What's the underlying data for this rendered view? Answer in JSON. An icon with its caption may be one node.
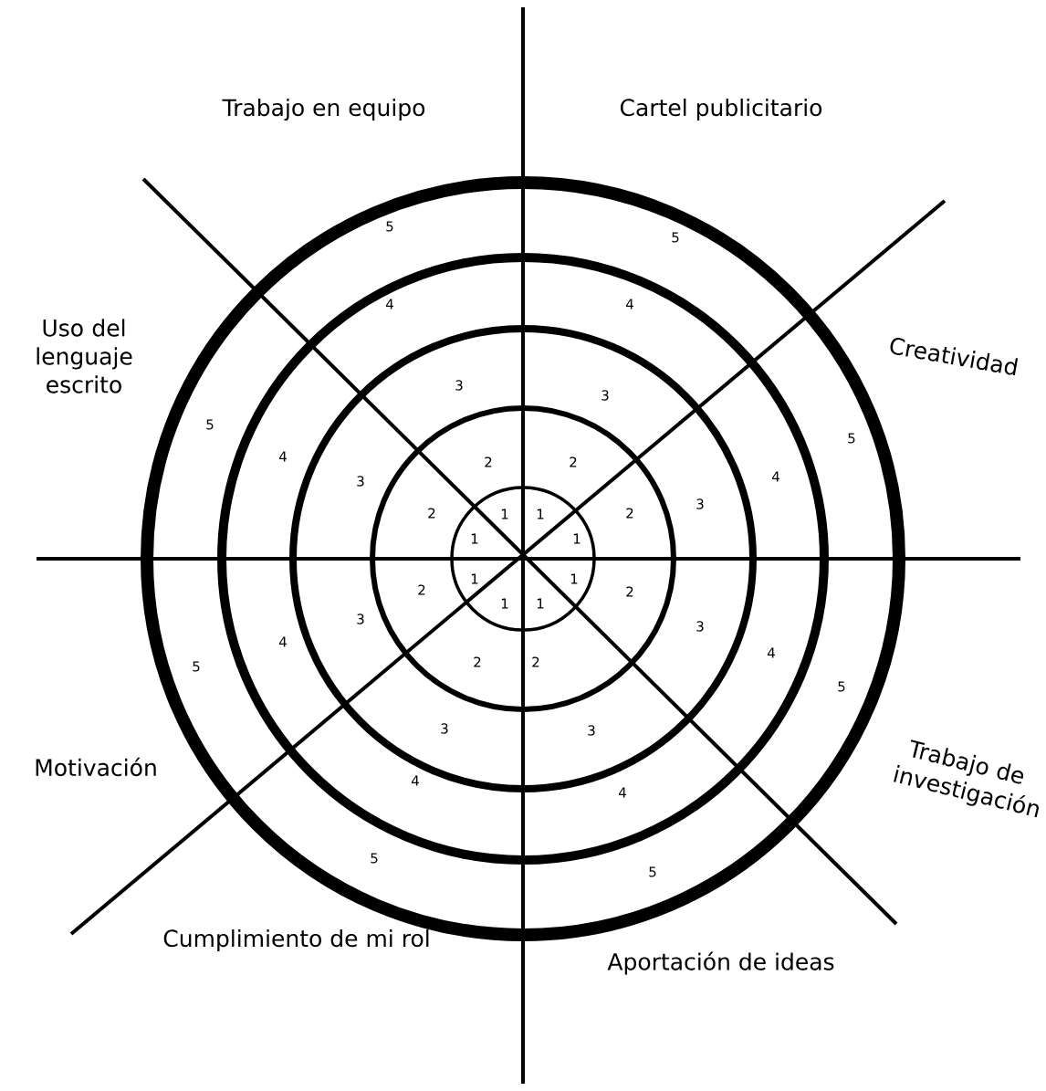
{
  "diagram": {
    "labels": [
      "Trabajo en equipo",
      "Cartel publicitario",
      "5",
      "5",
      "4",
      "4",
      "Uso del lenguaje escrito",
      "Creatividad",
      "3",
      "3",
      "5",
      "5",
      "4",
      "2",
      "2",
      "4",
      "3",
      "3",
      "2",
      "1",
      "1",
      "2",
      "1",
      "1",
      "1",
      "1",
      "2",
      "2",
      "1",
      "1",
      "3",
      "3",
      "4",
      "4",
      "2",
      "2",
      "5",
      "5",
      "3",
      "3",
      "Motivación",
      "Trabajo de investigación",
      "4",
      "4",
      "5",
      "5",
      "Cumplimiento de mi rol",
      "Aportación de ideas"
    ]
  }
}
